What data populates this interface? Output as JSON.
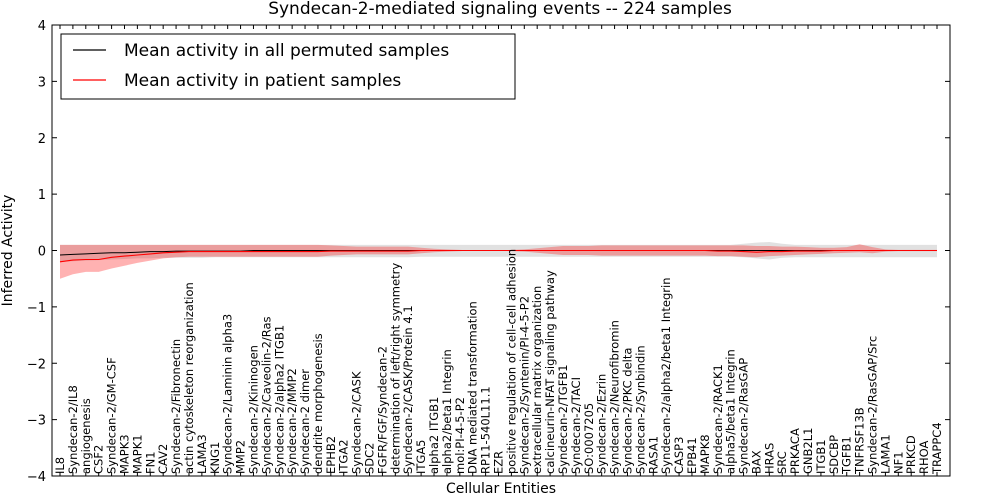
{
  "chart_data": {
    "type": "line",
    "title": "Syndecan-2-mediated signaling events -- 224 samples",
    "xlabel": "Cellular Entities",
    "ylabel": "Inferred Activity",
    "ylim": [
      -4,
      4
    ],
    "yticks": [
      "−4",
      "−3",
      "−2",
      "−1",
      "0",
      "1",
      "2",
      "3",
      "4"
    ],
    "grid": false,
    "legend_position": "top-left",
    "categories": [
      "IL8",
      "Syndecan-2/IL8",
      "angiogenesis",
      "CSF2",
      "Syndecan-2/GM-CSF",
      "MAPK3",
      "MAPK1",
      "FN1",
      "CAV2",
      "Syndecan-2/Fibronectin",
      "actin cytoskeleton reorganization",
      "LAMA3",
      "KNG1",
      "Syndecan-2/Laminin alpha3",
      "MMP2",
      "Syndecan-2/Kininogen",
      "Syndecan-2/Caveolin-2/Ras",
      "Syndecan-2/alpha2 ITGB1",
      "Syndecan-2/MMP2",
      "Syndecan-2 dimer",
      "dendrite morphogenesis",
      "EPHB2",
      "ITGA2",
      "Syndecan-2/CASK",
      "SDC2",
      "FGFR/FGF/Syndecan-2",
      "determination of left/right symmetry",
      "Syndecan-2/CASK/Protein 4.1",
      "ITGA5",
      "alpha2 ITGB1",
      "alpha2/beta1 Integrin",
      "mol:PI-4-5-P2",
      "DNA mediated transformation",
      "RP11-540L11.1",
      "EZR",
      "positive regulation of cell-cell adhesion",
      "Syndecan-2/Syntenin/PI-4-5-P2",
      "extracellular matrix organization",
      "calcineurin-NFAT signaling pathway",
      "Syndecan-2/TGFB1",
      "Syndecan-2/TACI",
      "SO:0007205",
      "Syndecan-2/Ezrin",
      "Syndecan-2/Neurofibromin",
      "Syndecan-2/PKC delta",
      "Syndecan-2/Synbindin",
      "RASA1",
      "Syndecan-2/alpha2/beta1 Integrin",
      "CASP3",
      "EPB41",
      "MAPK8",
      "Syndecan-2/RACK1",
      "alpha5/beta1 Integrin",
      "Syndecan-2/RasGAP",
      "BAX",
      "HRAS",
      "SRC",
      "PRKACA",
      "GNB2L1",
      "ITGB1",
      "SDCBP",
      "TGFB1",
      "TNFRSF13B",
      "Syndecan-2/RasGAP/Src",
      "LAMA1",
      "NF1",
      "PRKCD",
      "RHOA",
      "TRAPPC4"
    ],
    "series": [
      {
        "name": "Mean activity in all permuted samples",
        "color": "#000000",
        "values": [
          -0.08,
          -0.07,
          -0.06,
          -0.05,
          -0.04,
          -0.04,
          -0.03,
          -0.02,
          -0.02,
          -0.01,
          -0.01,
          -0.01,
          -0.01,
          -0.01,
          -0.01,
          0,
          0,
          0,
          0,
          0,
          0,
          0,
          0,
          0,
          0,
          0,
          0,
          0,
          0,
          0,
          0,
          0,
          0,
          0,
          0,
          0,
          0,
          0,
          0,
          0,
          0,
          0,
          0,
          0,
          0,
          0,
          0,
          0,
          0,
          0,
          0,
          0,
          0,
          0,
          0,
          0,
          0,
          0,
          0,
          0,
          0,
          0,
          0,
          0,
          0,
          0,
          0,
          0,
          0
        ],
        "band_low": [
          -0.2,
          -0.19,
          -0.18,
          -0.17,
          -0.16,
          -0.15,
          -0.14,
          -0.14,
          -0.13,
          -0.13,
          -0.13,
          -0.13,
          -0.12,
          -0.12,
          -0.12,
          -0.12,
          -0.12,
          -0.12,
          -0.12,
          -0.12,
          -0.12,
          -0.12,
          -0.12,
          -0.12,
          -0.12,
          -0.12,
          -0.12,
          -0.12,
          -0.11,
          -0.11,
          -0.11,
          -0.11,
          -0.11,
          -0.11,
          -0.11,
          -0.11,
          -0.11,
          -0.11,
          -0.11,
          -0.11,
          -0.11,
          -0.11,
          -0.11,
          -0.11,
          -0.11,
          -0.11,
          -0.11,
          -0.11,
          -0.11,
          -0.11,
          -0.11,
          -0.11,
          -0.11,
          -0.12,
          -0.14,
          -0.16,
          -0.13,
          -0.12,
          -0.12,
          -0.12,
          -0.12,
          -0.12,
          -0.12,
          -0.12,
          -0.12,
          -0.12,
          -0.12,
          -0.12,
          -0.12
        ],
        "band_high": [
          0.1,
          0.1,
          0.1,
          0.1,
          0.1,
          0.1,
          0.1,
          0.1,
          0.1,
          0.1,
          0.1,
          0.1,
          0.1,
          0.1,
          0.1,
          0.1,
          0.1,
          0.1,
          0.1,
          0.1,
          0.1,
          0.1,
          0.1,
          0.1,
          0.1,
          0.1,
          0.1,
          0.1,
          0.1,
          0.1,
          0.1,
          0.1,
          0.1,
          0.1,
          0.1,
          0.1,
          0.1,
          0.1,
          0.1,
          0.1,
          0.1,
          0.1,
          0.1,
          0.1,
          0.1,
          0.1,
          0.1,
          0.1,
          0.1,
          0.1,
          0.1,
          0.1,
          0.1,
          0.12,
          0.14,
          0.15,
          0.12,
          0.1,
          0.1,
          0.1,
          0.1,
          0.1,
          0.1,
          0.1,
          0.1,
          0.1,
          0.1,
          0.1,
          0.1
        ]
      },
      {
        "name": "Mean activity in patient samples",
        "color": "#ff0000",
        "values": [
          -0.2,
          -0.17,
          -0.16,
          -0.16,
          -0.12,
          -0.1,
          -0.08,
          -0.06,
          -0.04,
          -0.03,
          -0.02,
          -0.02,
          -0.02,
          -0.02,
          -0.02,
          -0.02,
          -0.02,
          -0.02,
          -0.02,
          -0.02,
          -0.02,
          -0.01,
          -0.01,
          -0.01,
          -0.01,
          -0.01,
          -0.01,
          -0.01,
          0,
          0,
          0,
          0,
          0,
          0,
          0,
          0,
          0,
          0,
          0,
          0,
          0,
          0,
          0,
          0,
          0,
          0,
          0,
          0,
          0,
          0,
          0,
          -0.01,
          -0.01,
          -0.02,
          -0.03,
          -0.02,
          -0.02,
          -0.01,
          -0.01,
          -0.01,
          0,
          0,
          0,
          0,
          0,
          0,
          0,
          0,
          0
        ],
        "band_low": [
          -0.5,
          -0.42,
          -0.38,
          -0.38,
          -0.32,
          -0.27,
          -0.22,
          -0.18,
          -0.14,
          -0.12,
          -0.11,
          -0.11,
          -0.11,
          -0.11,
          -0.11,
          -0.11,
          -0.11,
          -0.11,
          -0.11,
          -0.11,
          -0.11,
          -0.09,
          -0.08,
          -0.07,
          -0.07,
          -0.07,
          -0.07,
          -0.07,
          -0.05,
          -0.03,
          -0.02,
          -0.01,
          0,
          0,
          0,
          -0.01,
          -0.02,
          -0.04,
          -0.06,
          -0.08,
          -0.08,
          -0.08,
          -0.09,
          -0.09,
          -0.09,
          -0.09,
          -0.09,
          -0.09,
          -0.09,
          -0.09,
          -0.09,
          -0.1,
          -0.1,
          -0.11,
          -0.12,
          -0.1,
          -0.09,
          -0.08,
          -0.07,
          -0.06,
          -0.05,
          -0.04,
          -0.03,
          -0.05,
          -0.02,
          -0.01,
          -0.01,
          -0.01,
          -0.01
        ],
        "band_high": [
          0.1,
          0.1,
          0.1,
          0.1,
          0.1,
          0.1,
          0.1,
          0.1,
          0.1,
          0.1,
          0.1,
          0.1,
          0.1,
          0.1,
          0.1,
          0.1,
          0.1,
          0.1,
          0.1,
          0.1,
          0.1,
          0.09,
          0.08,
          0.07,
          0.07,
          0.07,
          0.07,
          0.07,
          0.05,
          0.03,
          0.02,
          0.01,
          0,
          0,
          0,
          0.01,
          0.02,
          0.04,
          0.06,
          0.08,
          0.08,
          0.08,
          0.09,
          0.09,
          0.09,
          0.09,
          0.09,
          0.09,
          0.09,
          0.09,
          0.09,
          0.09,
          0.09,
          0.09,
          0.08,
          0.08,
          0.07,
          0.07,
          0.06,
          0.05,
          0.05,
          0.06,
          0.11,
          0.06,
          0.02,
          0.01,
          0.01,
          0.01,
          0.01
        ]
      }
    ]
  }
}
